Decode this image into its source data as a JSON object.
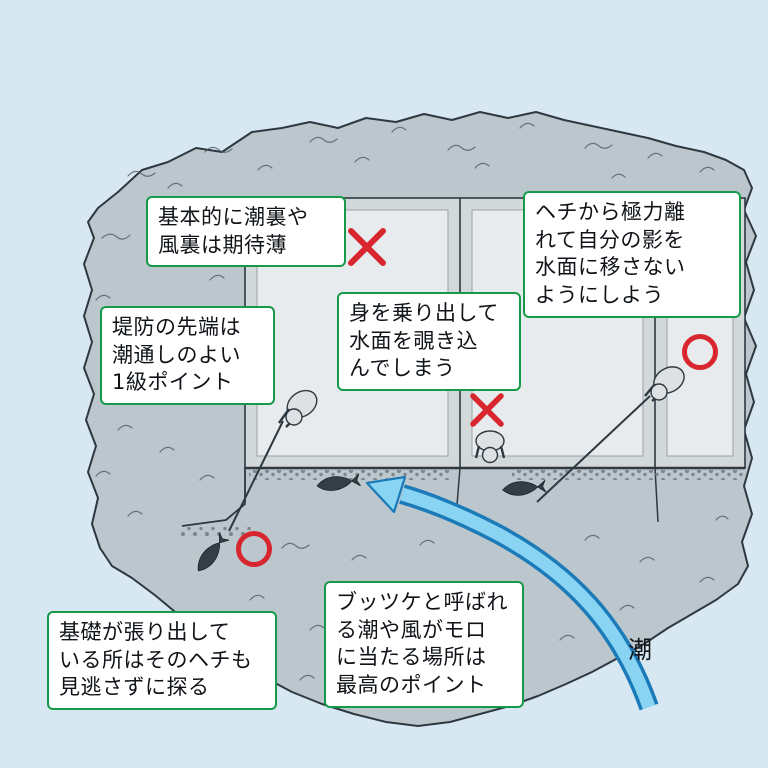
{
  "scene": {
    "description": "Top-view illustration of a breakwater showing good and bad kurodai hechi-fishing positions",
    "colors": {
      "water": "#d8e8f3",
      "rock": "#bcc6cd",
      "deck": "#d3d8db",
      "panel": "#e8ebed",
      "box_border": "#169a4a",
      "mark_red": "#d8262e",
      "arrow_fill": "#8ad4f3",
      "arrow_outline": "#1b7ab8"
    }
  },
  "callouts": [
    {
      "name": "shade-warning",
      "text": "基本的に潮裏や\n風裏は期待薄"
    },
    {
      "name": "hechi-shadow",
      "text": "ヘチから極力離\nれて自分の影を\n水面に移さない\nようにしよう"
    },
    {
      "name": "tip-point",
      "text": "堤防の先端は\n潮通しのよい\n1級ポイント"
    },
    {
      "name": "lean-over",
      "text": "身を乗り出して\n水面を覗き込\nんでしまう"
    },
    {
      "name": "base-overhang",
      "text": "基礎が張り出して\nいる所はそのヘチも\n見逃さずに探る"
    },
    {
      "name": "buttsuke-point",
      "text": "ブッツケと呼ばれ\nる潮や風がモロ\nに当たる場所は\n最高のポイント"
    }
  ],
  "labels": {
    "tide": "潮"
  },
  "marks": {
    "bad_spot": "×",
    "good_spot": "○"
  }
}
